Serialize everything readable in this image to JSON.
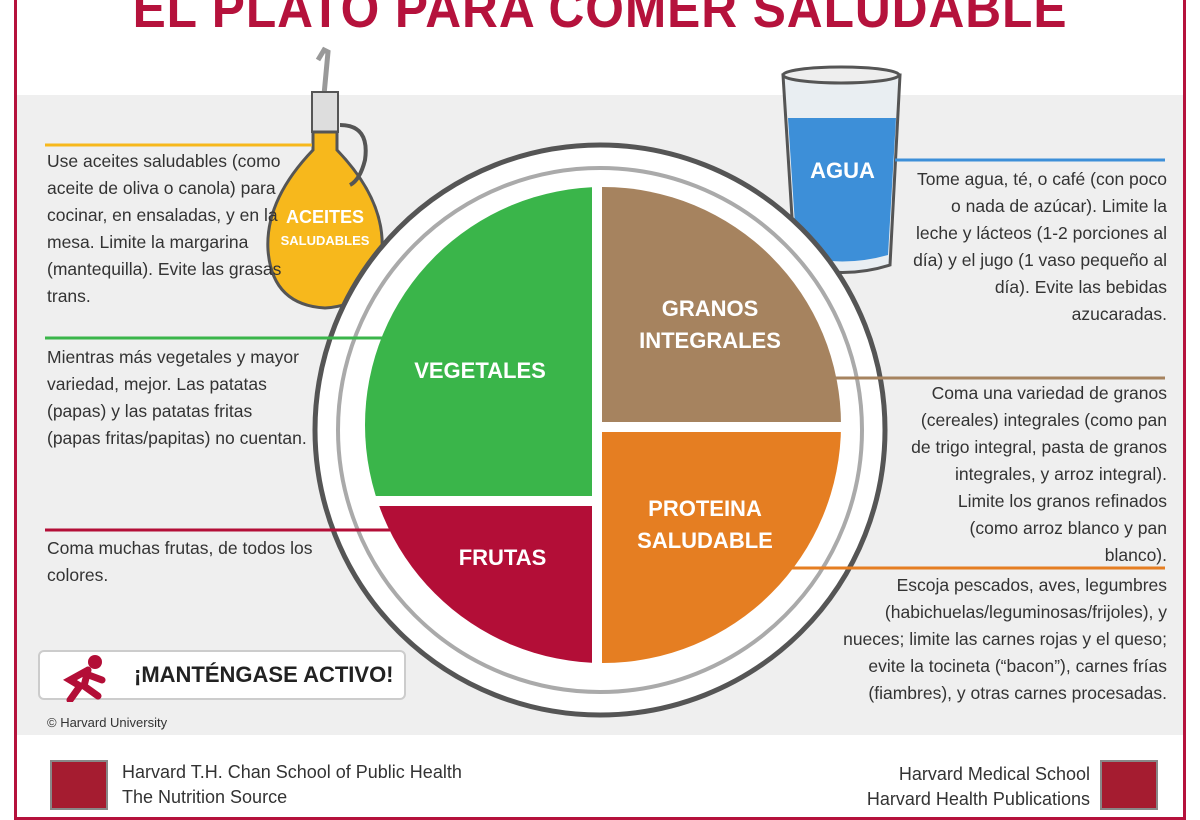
{
  "title": "EL PLATO PARA COMER SALUDABLE",
  "oil": {
    "label_1": "ACEITES",
    "label_2": "SALUDABLES",
    "text": "Use aceites saludables (como aceite de oliva o canola) para cocinar, en ensaladas, y en la mesa. Limite la margarina (mantequilla). Evite las grasas trans.",
    "color": "#f7b81c"
  },
  "water": {
    "label": "AGUA",
    "text": "Tome agua, té, o café (con poco o nada de azúcar). Limite la leche y lácteos (1-2 porciones al día) y el jugo (1 vaso pequeño al día). Evite las bebidas azucaradas.",
    "color": "#3d8fd8"
  },
  "plate": {
    "vegetables": {
      "label": "VEGETALES",
      "text": "Mientras más vegetales y mayor variedad, mejor. Las patatas (papas) y las patatas fritas (papas fritas/papitas) no cuentan.",
      "color": "#3ab54a"
    },
    "grains": {
      "label_1": "GRANOS",
      "label_2": "INTEGRALES",
      "text": "Coma una variedad de granos (cereales) integrales (como pan de trigo integral, pasta de granos integrales, y arroz integral). Limite los granos refinados (como arroz blanco y pan blanco).",
      "color": "#a6835f"
    },
    "fruits": {
      "label": "FRUTAS",
      "text": "Coma muchas frutas, de todos los colores.",
      "color": "#b30e37"
    },
    "protein": {
      "label_1": "PROTEINA",
      "label_2": "SALUDABLE",
      "text": "Escoja pescados, aves, legumbres (habichuelas/leguminosas/frijoles), y nueces; limite las carnes rojas y el queso; evite la tocineta (“bacon”), carnes frías (fiambres), y otras carnes procesadas.",
      "color": "#e57e22"
    }
  },
  "active": "¡MANTÉNGASE ACTIVO!",
  "copyright": "© Harvard University",
  "footer": {
    "left_1": "Harvard T.H. Chan School of Public Health",
    "left_2": "The Nutrition Source",
    "right_1": "Harvard Medical School",
    "right_2": "Harvard Health Publications"
  }
}
